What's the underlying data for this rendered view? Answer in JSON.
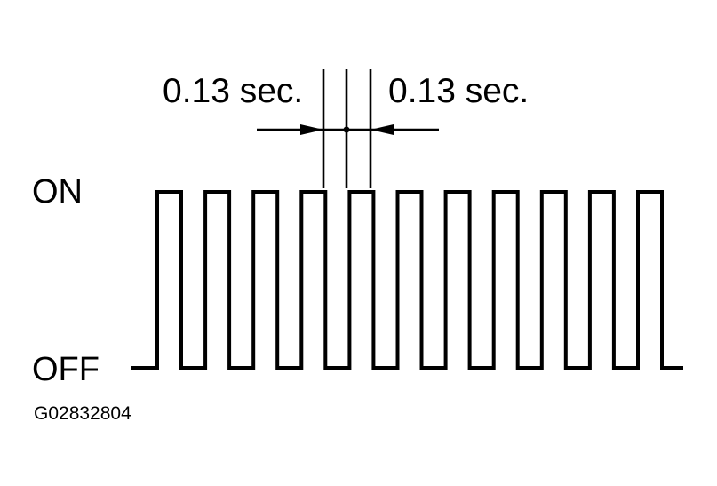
{
  "timing": {
    "on_time_label": "0.13 sec.",
    "off_time_label": "0.13 sec."
  },
  "states": {
    "on_label": "ON",
    "off_label": "OFF"
  },
  "figure_id": "G02832804",
  "waveform": {
    "pulse_count": 11,
    "on_duration_sec": 0.13,
    "off_duration_sec": 0.13
  }
}
